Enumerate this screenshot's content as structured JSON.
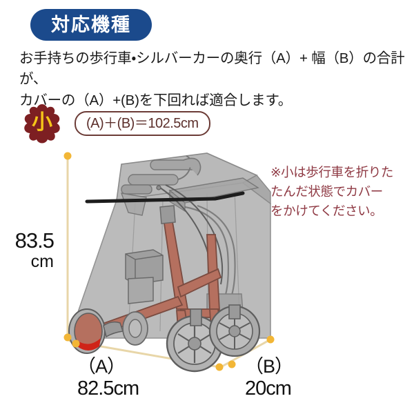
{
  "header": {
    "title": "対応機種"
  },
  "lead": {
    "text": "お手持ちの歩行車・シルバーカーの奥行（A）+ 幅（B）の合計が、\nカバーの（A）+(B)を下回れば適合します。"
  },
  "size_badge": {
    "label": "小",
    "seal_color": "#7d1f22",
    "char_color": "#f5c518"
  },
  "total_pill": {
    "text": "(A)＋(B)＝102.5cm",
    "border_color": "#6b3b36",
    "text_color": "#5c2f2b"
  },
  "usage_note": {
    "text": "※小は歩行車を折りた\nたんだ状態でカバー\nをかけてください。",
    "color": "#8f3a44"
  },
  "dimensions": {
    "height": {
      "value": "83.5",
      "unit": "cm"
    },
    "depth": {
      "tag": "（A）",
      "value": "82.5cm"
    },
    "width": {
      "tag": "（B）",
      "value": "20cm"
    }
  },
  "illustration": {
    "name": "walker-with-cover",
    "cover_color": "#b4b4b4",
    "cover_outline": "#7a7a7a",
    "frame_color": "#b5705f",
    "frame_outline": "#7a4b40",
    "band_color": "#1d1d1d",
    "wheel_color": "#9a9a9a",
    "accent_red": "#cf2418",
    "dimension_line_color": "#e8d6a8",
    "dimension_dot_color": "#f2b636"
  }
}
